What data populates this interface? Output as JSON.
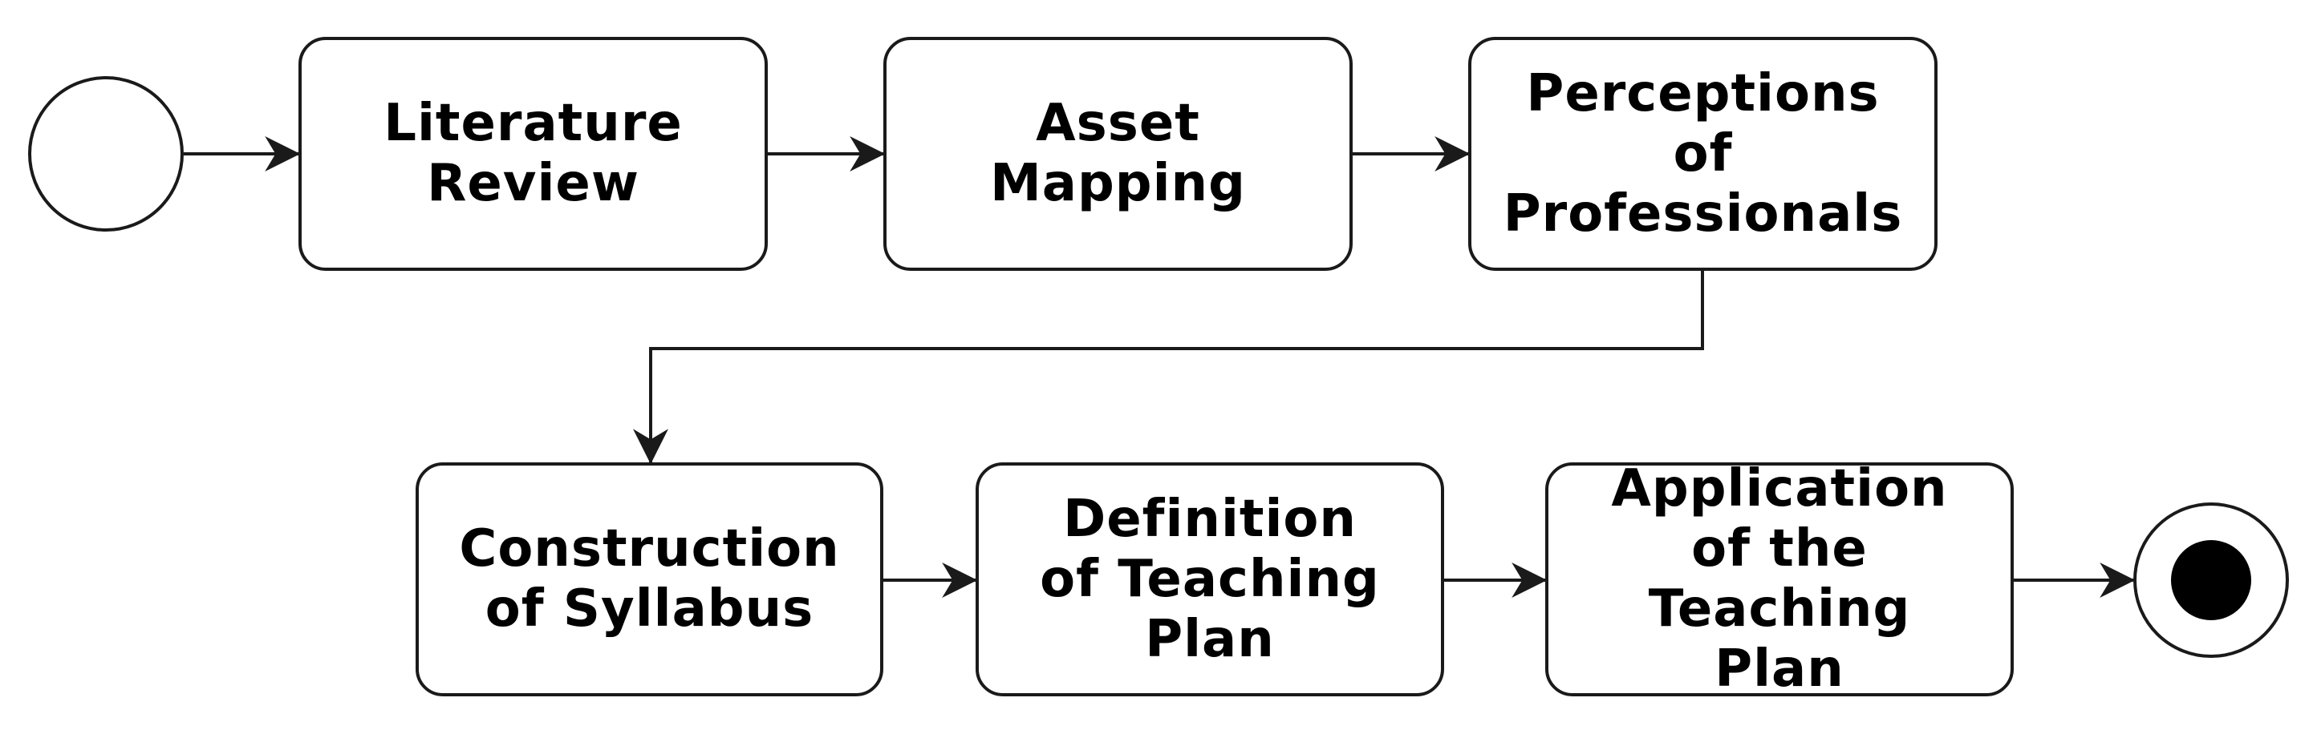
{
  "diagram": {
    "nodes": [
      {
        "id": "literature-review",
        "lines": [
          "Literature",
          "Review"
        ]
      },
      {
        "id": "asset-mapping",
        "lines": [
          "Asset",
          "Mapping"
        ]
      },
      {
        "id": "perceptions",
        "lines": [
          "Perceptions",
          "of",
          "Professionals"
        ]
      },
      {
        "id": "construction",
        "lines": [
          "Construction",
          "of Syllabus"
        ]
      },
      {
        "id": "definition",
        "lines": [
          "Definition",
          "of Teaching",
          "Plan"
        ]
      },
      {
        "id": "application",
        "lines": [
          "Application",
          "of the",
          "Teaching",
          "Plan"
        ]
      }
    ],
    "colors": {
      "stroke": "#1a1a1a",
      "fill": "#ffffff",
      "text": "#000000",
      "end_dot": "#000000"
    }
  }
}
